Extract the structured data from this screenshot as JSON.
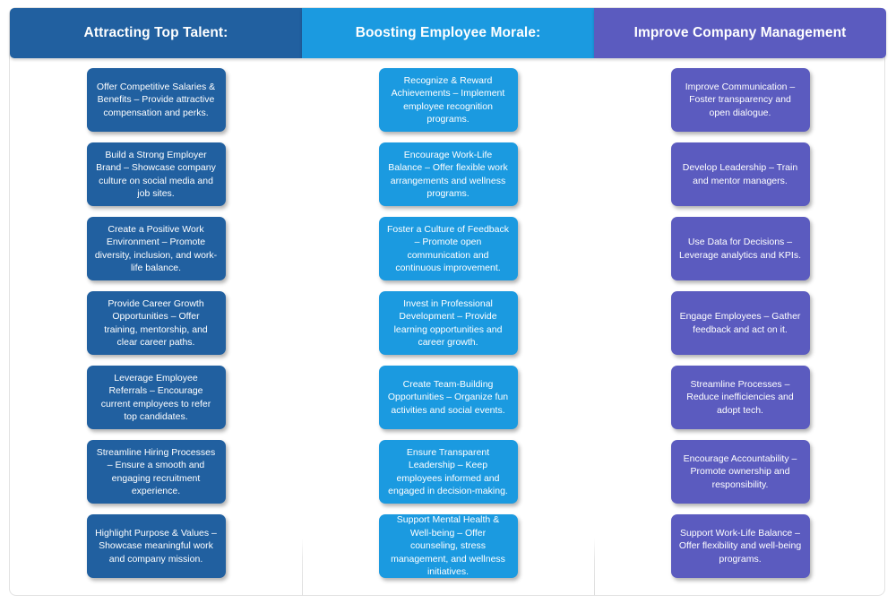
{
  "board": {
    "columns": [
      {
        "id": "attracting-top-talent",
        "header": "Attracting Top Talent:",
        "header_color": "#2160a0",
        "card_color": "#2160a0",
        "cards": [
          "Offer Competitive Salaries & Benefits – Provide attractive compensation and perks.",
          "Build a Strong Employer Brand – Showcase company culture on social media and job sites.",
          "Create a Positive Work Environment – Promote diversity, inclusion, and work-life balance.",
          "Provide Career Growth Opportunities – Offer training, mentorship, and clear career paths.",
          "Leverage Employee Referrals – Encourage current employees to refer top candidates.",
          "Streamline Hiring Processes – Ensure a smooth and engaging recruitment experience.",
          "Highlight Purpose & Values – Showcase meaningful work and company mission."
        ]
      },
      {
        "id": "boosting-employee-morale",
        "header": "Boosting Employee Morale:",
        "header_color": "#1b9ae0",
        "card_color": "#1b9ae0",
        "cards": [
          "Recognize & Reward Achievements – Implement employee recognition programs.",
          "Encourage Work-Life Balance – Offer flexible work arrangements and wellness programs.",
          "Foster a Culture of Feedback – Promote open communication and continuous improvement.",
          "Invest in Professional Development – Provide learning opportunities and career growth.",
          "Create Team-Building Opportunities – Organize fun activities and social events.",
          "Ensure Transparent Leadership – Keep employees informed and engaged in decision-making.",
          "Support Mental Health & Well-being – Offer counseling, stress management, and wellness initiatives."
        ]
      },
      {
        "id": "improve-company-management",
        "header": "Improve Company Management",
        "header_color": "#5b5bbf",
        "card_color": "#5b5bbf",
        "cards": [
          "Improve Communication – Foster transparency and open dialogue.",
          "Develop Leadership – Train and mentor managers.",
          "Use Data for Decisions – Leverage analytics and KPIs.",
          "Engage Employees – Gather feedback and act on it.",
          "Streamline Processes – Reduce inefficiencies and adopt tech.",
          "Encourage Accountability – Promote ownership and responsibility.",
          "Support Work-Life Balance – Offer flexibility and well-being programs."
        ]
      }
    ]
  }
}
